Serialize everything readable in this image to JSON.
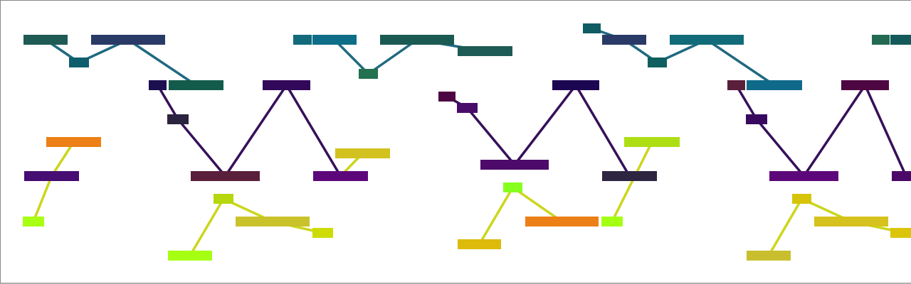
{
  "diagram": {
    "type": "flame-graph-tree-links",
    "text_labels": []
  },
  "nodes": [
    {
      "id": "t1",
      "color": "#1f5a55"
    },
    {
      "id": "t2",
      "color": "#2a3a66"
    },
    {
      "id": "t3",
      "color": "#0f5e6e"
    },
    {
      "id": "t4",
      "color": "#1c0f50"
    },
    {
      "id": "t5",
      "color": "#135c4c"
    },
    {
      "id": "t6",
      "color": "#2b233f"
    },
    {
      "id": "t7",
      "color": "#5a1f3a"
    },
    {
      "id": "t8",
      "color": "#32085a"
    },
    {
      "id": "t9",
      "color": "#5d087a"
    },
    {
      "id": "t10",
      "color": "#d2c11e"
    },
    {
      "id": "t11",
      "color": "#ec8016"
    },
    {
      "id": "t12",
      "color": "#460d72"
    },
    {
      "id": "t13",
      "color": "#a8ff11"
    },
    {
      "id": "t14",
      "color": "#b6d60d"
    },
    {
      "id": "t15",
      "color": "#a6ff13"
    },
    {
      "id": "t16",
      "color": "#c9c22a"
    },
    {
      "id": "t17",
      "color": "#cddc05"
    },
    {
      "id": "m1",
      "color": "#126a7a"
    },
    {
      "id": "m2",
      "color": "#0e6e88"
    },
    {
      "id": "m3",
      "color": "#1a5a52"
    },
    {
      "id": "m4",
      "color": "#23714f"
    },
    {
      "id": "m5",
      "color": "#1e5b56"
    },
    {
      "id": "m6",
      "color": "#4e0642"
    },
    {
      "id": "m7",
      "color": "#4a0c6a"
    },
    {
      "id": "m8",
      "color": "#1c0652"
    },
    {
      "id": "m9",
      "color": "#4e0a6a"
    },
    {
      "id": "m10",
      "color": "#adde14"
    },
    {
      "id": "m11",
      "color": "#2e2541"
    },
    {
      "id": "m12",
      "color": "#86ff1e"
    },
    {
      "id": "m13",
      "color": "#dcbb0b"
    },
    {
      "id": "m14",
      "color": "#ec8016"
    },
    {
      "id": "m15",
      "color": "#a5ff13"
    },
    {
      "id": "r1",
      "color": "#0f5c62"
    },
    {
      "id": "r2",
      "color": "#2a3a66"
    },
    {
      "id": "r3",
      "color": "#0f5e60"
    },
    {
      "id": "r4",
      "color": "#126b78"
    },
    {
      "id": "r5",
      "color": "#5a1f3a"
    },
    {
      "id": "r6",
      "color": "#0f6a8a"
    },
    {
      "id": "r7",
      "color": "#4e0642"
    },
    {
      "id": "r8",
      "color": "#380a5f"
    },
    {
      "id": "r9",
      "color": "#5d087a"
    },
    {
      "id": "r10",
      "color": "#4a0868"
    },
    {
      "id": "r11",
      "color": "#236a52"
    },
    {
      "id": "r12",
      "color": "#145a5a"
    },
    {
      "id": "r13",
      "color": "#d6c408"
    },
    {
      "id": "r14",
      "color": "#c9bf2e"
    },
    {
      "id": "r15",
      "color": "#d6c21c"
    },
    {
      "id": "r16",
      "color": "#dcc40a"
    }
  ],
  "links": [
    {
      "from": "t1",
      "to": "t3",
      "color": "#1f6a80"
    },
    {
      "from": "t3",
      "to": "t2",
      "color": "#1f6a80"
    },
    {
      "from": "t2",
      "to": "t5",
      "color": "#1f6a80"
    },
    {
      "from": "t4",
      "to": "t6",
      "color": "#36105a"
    },
    {
      "from": "t6",
      "to": "t7",
      "color": "#36105a"
    },
    {
      "from": "t7",
      "to": "t8",
      "color": "#36105a"
    },
    {
      "from": "t8",
      "to": "t9",
      "color": "#36105a"
    },
    {
      "from": "t9",
      "to": "t10",
      "color": "#cbd61c"
    },
    {
      "from": "t11",
      "to": "t12",
      "color": "#cbd61c"
    },
    {
      "from": "t12",
      "to": "t13",
      "color": "#cbd61c"
    },
    {
      "from": "t15",
      "to": "t14",
      "color": "#cbd61c"
    },
    {
      "from": "t14",
      "to": "t16",
      "color": "#cbd61c"
    },
    {
      "from": "t16",
      "to": "t17",
      "color": "#cbd61c"
    },
    {
      "from": "m2",
      "to": "m4",
      "color": "#1f6a80"
    },
    {
      "from": "m4",
      "to": "m3",
      "color": "#1f6a80"
    },
    {
      "from": "m3",
      "to": "m5",
      "color": "#1f6a80"
    },
    {
      "from": "m6",
      "to": "m7",
      "color": "#36105a"
    },
    {
      "from": "m7",
      "to": "m9",
      "color": "#36105a"
    },
    {
      "from": "m9",
      "to": "m8",
      "color": "#36105a"
    },
    {
      "from": "m8",
      "to": "m11",
      "color": "#36105a"
    },
    {
      "from": "m13",
      "to": "m12",
      "color": "#cbd61c"
    },
    {
      "from": "m12",
      "to": "m14",
      "color": "#cbd61c"
    },
    {
      "from": "m15",
      "to": "m10",
      "color": "#cbd61c"
    },
    {
      "from": "r1",
      "to": "r2",
      "color": "#1f6a80"
    },
    {
      "from": "r2",
      "to": "r3",
      "color": "#1f6a80"
    },
    {
      "from": "r3",
      "to": "r4",
      "color": "#1f6a80"
    },
    {
      "from": "r4",
      "to": "r6",
      "color": "#1f6a80"
    },
    {
      "from": "r5",
      "to": "r8",
      "color": "#36105a"
    },
    {
      "from": "r8",
      "to": "r9",
      "color": "#36105a"
    },
    {
      "from": "r9",
      "to": "r7",
      "color": "#36105a"
    },
    {
      "from": "r7",
      "to": "r10",
      "color": "#36105a"
    },
    {
      "from": "r14",
      "to": "r13",
      "color": "#cbd61c"
    },
    {
      "from": "r13",
      "to": "r15",
      "color": "#cbd61c"
    },
    {
      "from": "r15",
      "to": "r16",
      "color": "#cbd61c"
    }
  ]
}
